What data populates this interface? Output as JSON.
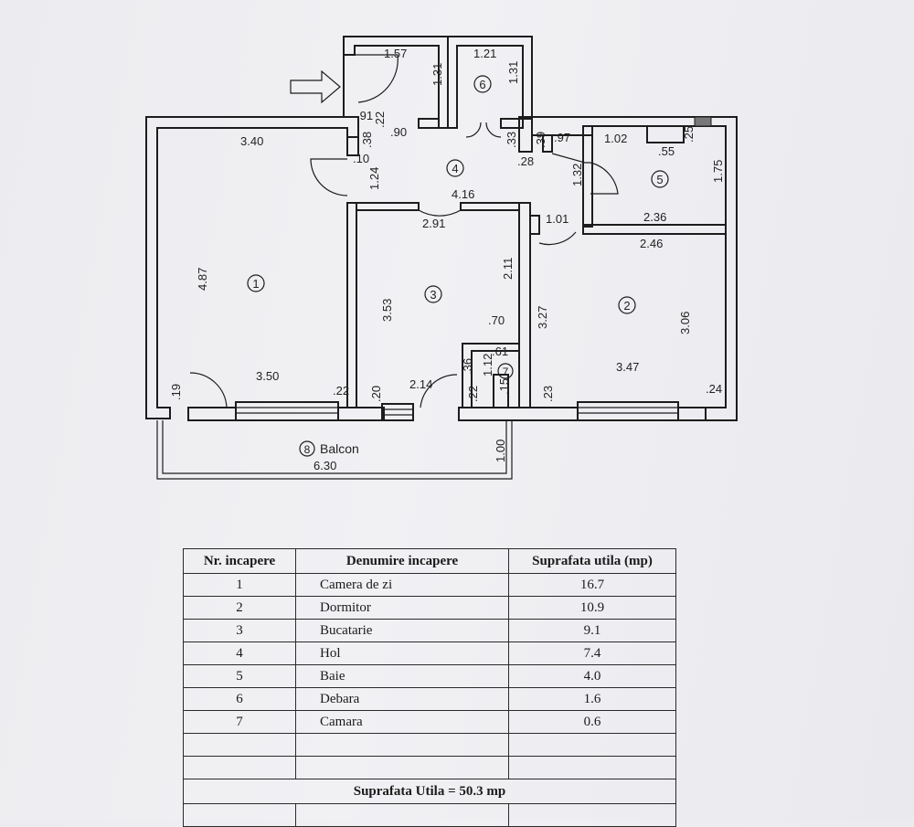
{
  "plan": {
    "dims": [
      {
        "id": "d-1-57",
        "t": "1.57"
      },
      {
        "id": "d-1-21",
        "t": "1.21"
      },
      {
        "id": "d-1-31a",
        "t": "1.31"
      },
      {
        "id": "d-1-31b",
        "t": "1.31"
      },
      {
        "id": "d-3-40",
        "t": "3.40"
      },
      {
        "id": "d-91",
        "t": ".91"
      },
      {
        "id": "d-22a",
        "t": ".22"
      },
      {
        "id": "d-38",
        "t": ".38"
      },
      {
        "id": "d-90",
        "t": ".90"
      },
      {
        "id": "d-10",
        "t": ".10"
      },
      {
        "id": "d-1-24",
        "t": "1.24"
      },
      {
        "id": "d-33",
        "t": ".33"
      },
      {
        "id": "d-39",
        "t": ".39"
      },
      {
        "id": "d-97",
        "t": ".97"
      },
      {
        "id": "d-28",
        "t": ".28"
      },
      {
        "id": "d-1-02",
        "t": "1.02"
      },
      {
        "id": "d-55",
        "t": ".55"
      },
      {
        "id": "d-25",
        "t": ".25"
      },
      {
        "id": "d-1-75",
        "t": "1.75"
      },
      {
        "id": "d-4-16",
        "t": "4.16"
      },
      {
        "id": "d-1-32",
        "t": "1.32"
      },
      {
        "id": "d-2-91",
        "t": "2.91"
      },
      {
        "id": "d-1-01",
        "t": "1.01"
      },
      {
        "id": "d-2-36",
        "t": "2.36"
      },
      {
        "id": "d-2-46",
        "t": "2.46"
      },
      {
        "id": "d-4-87",
        "t": "4.87"
      },
      {
        "id": "d-2-11",
        "t": "2.11"
      },
      {
        "id": "d-3-53",
        "t": "3.53"
      },
      {
        "id": "d-3-27",
        "t": "3.27"
      },
      {
        "id": "d-3-06",
        "t": "3.06"
      },
      {
        "id": "d-70",
        "t": ".70"
      },
      {
        "id": "d-61",
        "t": ".61"
      },
      {
        "id": "d-1-12",
        "t": "1.12"
      },
      {
        "id": "d-36",
        "t": ".36"
      },
      {
        "id": "d-3-50",
        "t": "3.50"
      },
      {
        "id": "d-3-47",
        "t": "3.47"
      },
      {
        "id": "d-22b",
        "t": ".22"
      },
      {
        "id": "d-20a",
        "t": ".20"
      },
      {
        "id": "d-2-14",
        "t": "2.14"
      },
      {
        "id": "d-22c",
        "t": ".22"
      },
      {
        "id": "d-15",
        "t": ".15"
      },
      {
        "id": "d-23",
        "t": ".23"
      },
      {
        "id": "d-24",
        "t": ".24"
      },
      {
        "id": "d-19",
        "t": ".19"
      },
      {
        "id": "d-1-00",
        "t": "1.00"
      },
      {
        "id": "d-6-30",
        "t": "6.30"
      }
    ],
    "rooms": [
      {
        "n": "1"
      },
      {
        "n": "2"
      },
      {
        "n": "3"
      },
      {
        "n": "4"
      },
      {
        "n": "5"
      },
      {
        "n": "6"
      },
      {
        "n": "7"
      },
      {
        "n": "8"
      }
    ],
    "balcony_label": "Balcon"
  },
  "table": {
    "headers": [
      "Nr. incapere",
      "Denumire incapere",
      "Suprafata utila (mp)"
    ],
    "rows": [
      {
        "nr": "1",
        "name": "Camera de zi",
        "area": "16.7"
      },
      {
        "nr": "2",
        "name": "Dormitor",
        "area": "10.9"
      },
      {
        "nr": "3",
        "name": "Bucatarie",
        "area": "9.1"
      },
      {
        "nr": "4",
        "name": "Hol",
        "area": "7.4"
      },
      {
        "nr": "5",
        "name": "Baie",
        "area": "4.0"
      },
      {
        "nr": "6",
        "name": "Debara",
        "area": "1.6"
      },
      {
        "nr": "7",
        "name": "Camara",
        "area": "0.6"
      }
    ],
    "total": "Suprafata Utila = 50.3 mp"
  }
}
